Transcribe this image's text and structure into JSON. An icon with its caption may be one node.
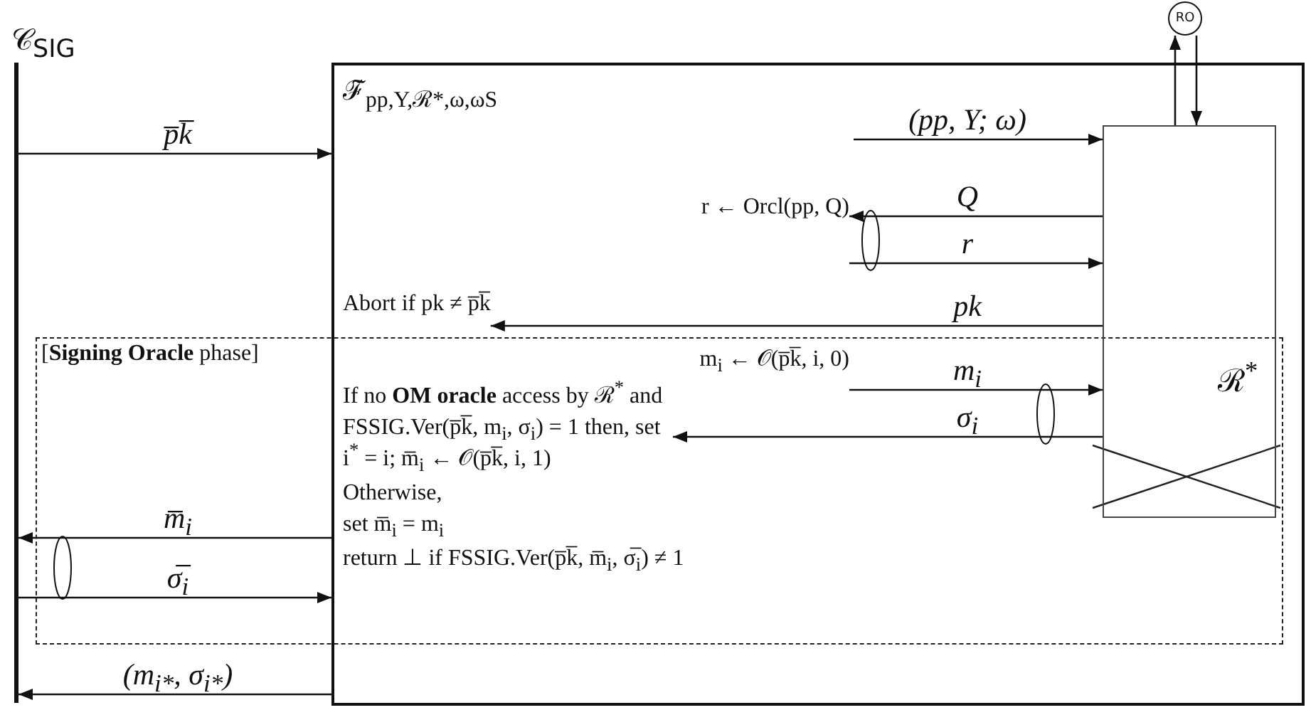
{
  "diagram": {
    "nodes": [
      {
        "text": [
          "𝒞$_{SIG}$"
        ]
      },
      {
        "text": [
          "ℱ̃$_{pp,Y,ℛ*,ω,ωS}$"
        ]
      },
      {
        "text": [
          "ℛ$^{*}$"
        ],
        "in": 1
      },
      {
        "text": [
          "RO"
        ]
      },
      {
        "text": [
          "r ← Orcl(pp, Q)"
        ],
        "in": 1
      },
      {
        "text": [
          "Abort if pk ≠ p̅k̅"
        ],
        "in": 1
      },
      {
        "text": [
          "m$_{i}$ ← 𝒪(p̅k̅, i, 0)"
        ],
        "in": 1
      },
      {
        "text": [
          "If no **OM oracle** access by ℛ$^{*}$ and FSSIG.Ver(p̅k̅, m$_{i}$, σ$_{i}$) = 1 then, set i$^{*}$ = i;  m̅$_{i}$ ← 𝒪(p̅k̅, i, 1)"
        ],
        "in": 1
      },
      {
        "text": [
          "Otherwise, set m̅$_{i}$ = m$_{i}$"
        ],
        "in": 1
      },
      {
        "text": [
          "return ⊥ if FSSIG.Ver(p̅k̅, m̅$_{i}$, σ̅$_{i}$) ≠ 1"
        ],
        "in": 1
      }
    ],
    "edges": [
      {
        "from": 0,
        "to": 1,
        "arrow": "to",
        "label": "p̅k̅"
      },
      {
        "from": null,
        "to": 2,
        "arrow": "to",
        "label": "(pp, Y; ω)"
      },
      {
        "from": 2,
        "to": 4,
        "arrow": "to",
        "label": "Q"
      },
      {
        "from": 4,
        "to": 2,
        "arrow": "to",
        "label": "r"
      },
      {
        "from": 2,
        "to": 5,
        "arrow": "to",
        "label": "pk"
      },
      {
        "from": 6,
        "to": 2,
        "arrow": "to",
        "label": "m$_{i}$"
      },
      {
        "from": 2,
        "to": 7,
        "arrow": "to",
        "label": "σ$_{i}$"
      },
      {
        "from": 1,
        "to": 0,
        "arrow": "to",
        "label": "m̅$_{i}$"
      },
      {
        "from": 0,
        "to": 1,
        "arrow": "to",
        "label": "σ̅$_{i}$"
      },
      {
        "from": 1,
        "to": 0,
        "arrow": "to",
        "label": "(m$_{i*}$, σ$_{i*}$)"
      },
      {
        "from": 2,
        "to": 3,
        "arrow": "to"
      },
      {
        "from": 3,
        "to": 2,
        "arrow": "to"
      }
    ],
    "labels": [
      "[**Signing Oracle** phase]"
    ]
  }
}
